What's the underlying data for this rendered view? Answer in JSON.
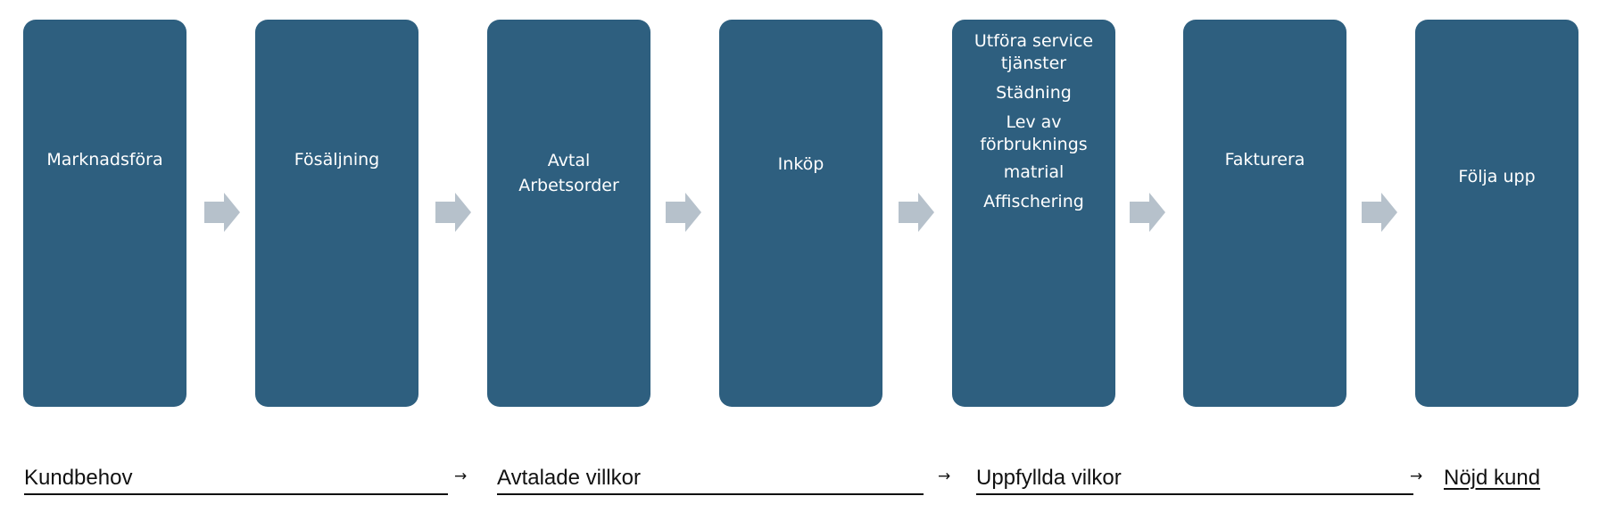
{
  "process_steps": [
    {
      "lines": [
        "Marknadsföra"
      ]
    },
    {
      "lines": [
        "Fösäljning"
      ]
    },
    {
      "lines": [
        "Avtal",
        "Arbetsorder"
      ]
    },
    {
      "lines": [
        "Inköp"
      ]
    },
    {
      "lines": [
        "Utföra service",
        "tjänster",
        "Städning",
        "Lev av",
        "förbruknings",
        "matrial",
        "Affischering"
      ]
    },
    {
      "lines": [
        "Fakturera"
      ]
    },
    {
      "lines": [
        "Följa upp"
      ]
    }
  ],
  "stages": [
    {
      "label": "Kundbehov",
      "arrow": "→"
    },
    {
      "label": "Avtalade villkor",
      "arrow": "→"
    },
    {
      "label": "Uppfyllda vilkor",
      "arrow": "→"
    },
    {
      "label": "Nöjd kund"
    }
  ],
  "colors": {
    "box_fill": "#2e5f7f",
    "box_text": "#ffffff",
    "arrow_fill": "#b6c1cb",
    "stage_text": "#111111"
  }
}
